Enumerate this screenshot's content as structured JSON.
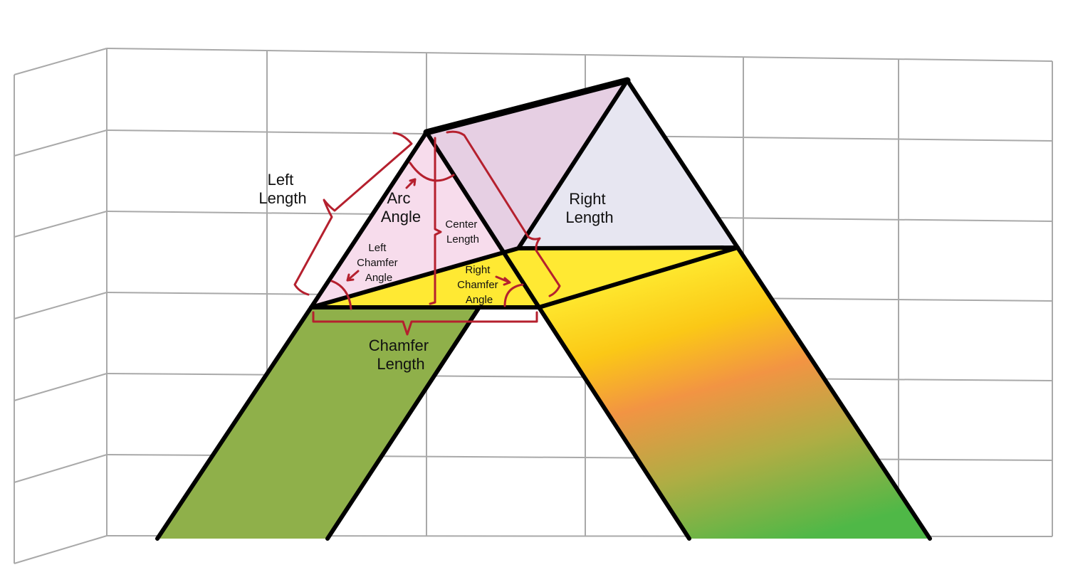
{
  "labels": {
    "left_length": [
      "Left",
      "Length"
    ],
    "arc_angle": [
      "Arc",
      "Angle"
    ],
    "center_length": [
      "Center",
      "Length"
    ],
    "right_length": [
      "Right",
      "Length"
    ],
    "left_chamfer_angle": [
      "Left",
      "Chamfer",
      "Angle"
    ],
    "right_chamfer_angle": [
      "Right",
      "Chamfer",
      "Angle"
    ],
    "chamfer_length": [
      "Chamfer",
      "Length"
    ]
  },
  "colors": {
    "grid": "#a9a9a9",
    "outline": "#000000",
    "annotation": "#b5202e",
    "left_face": "#f7dcec",
    "roof_face": "#e6cfe3",
    "right_face": "#e7e6f1",
    "gradient_top": "#ffee33",
    "gradient_mid_yellow": "#fbc816",
    "gradient_orange": "#f29443",
    "gradient_bottom": "#4fb847"
  }
}
